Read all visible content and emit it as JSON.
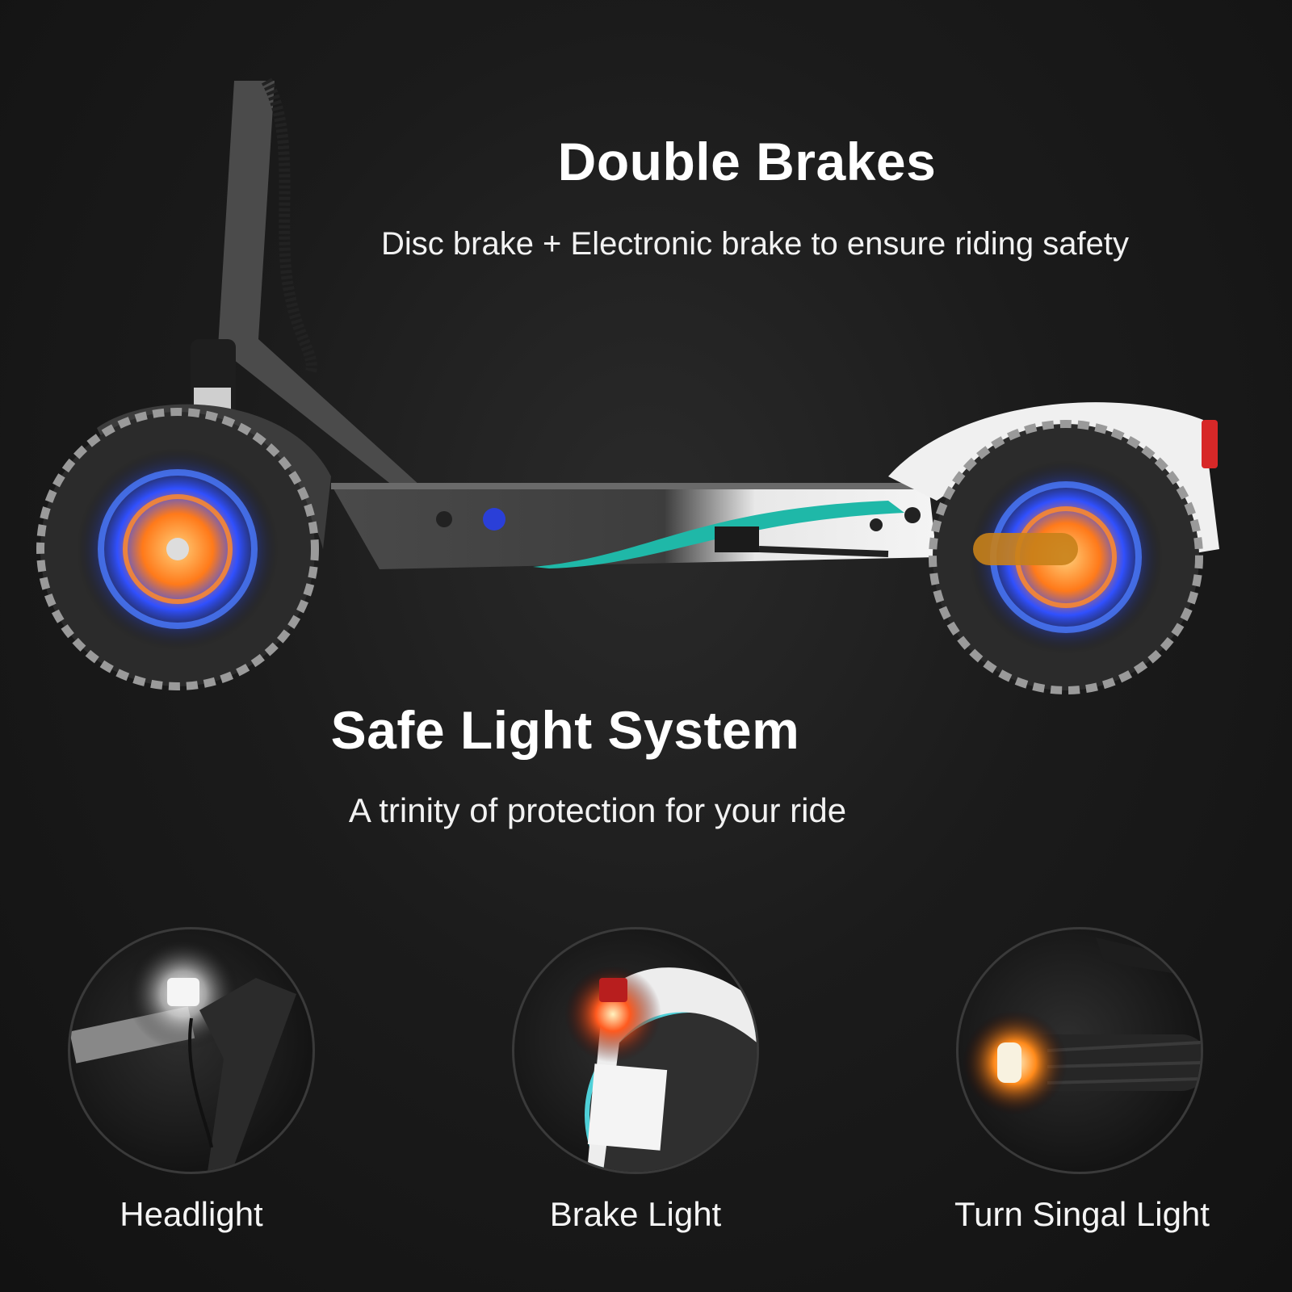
{
  "brakes": {
    "title": "Double Brakes",
    "subtitle": "Disc brake + Electronic brake to ensure riding safety"
  },
  "lights": {
    "title": "Safe Light System",
    "subtitle": "A trinity of protection for your ride"
  },
  "features": [
    {
      "label": "Headlight",
      "icon": "headlight-icon"
    },
    {
      "label": "Brake Light",
      "icon": "brake-light-icon"
    },
    {
      "label": "Turn Singal Light",
      "icon": "turn-signal-icon"
    }
  ],
  "colors": {
    "background": "#1b1b1b",
    "accent_teal": "#1fb8a8",
    "wheel_blue": "#2f6bff",
    "wheel_orange": "#ff8a2a",
    "brake_red": "#ff3b1f"
  }
}
